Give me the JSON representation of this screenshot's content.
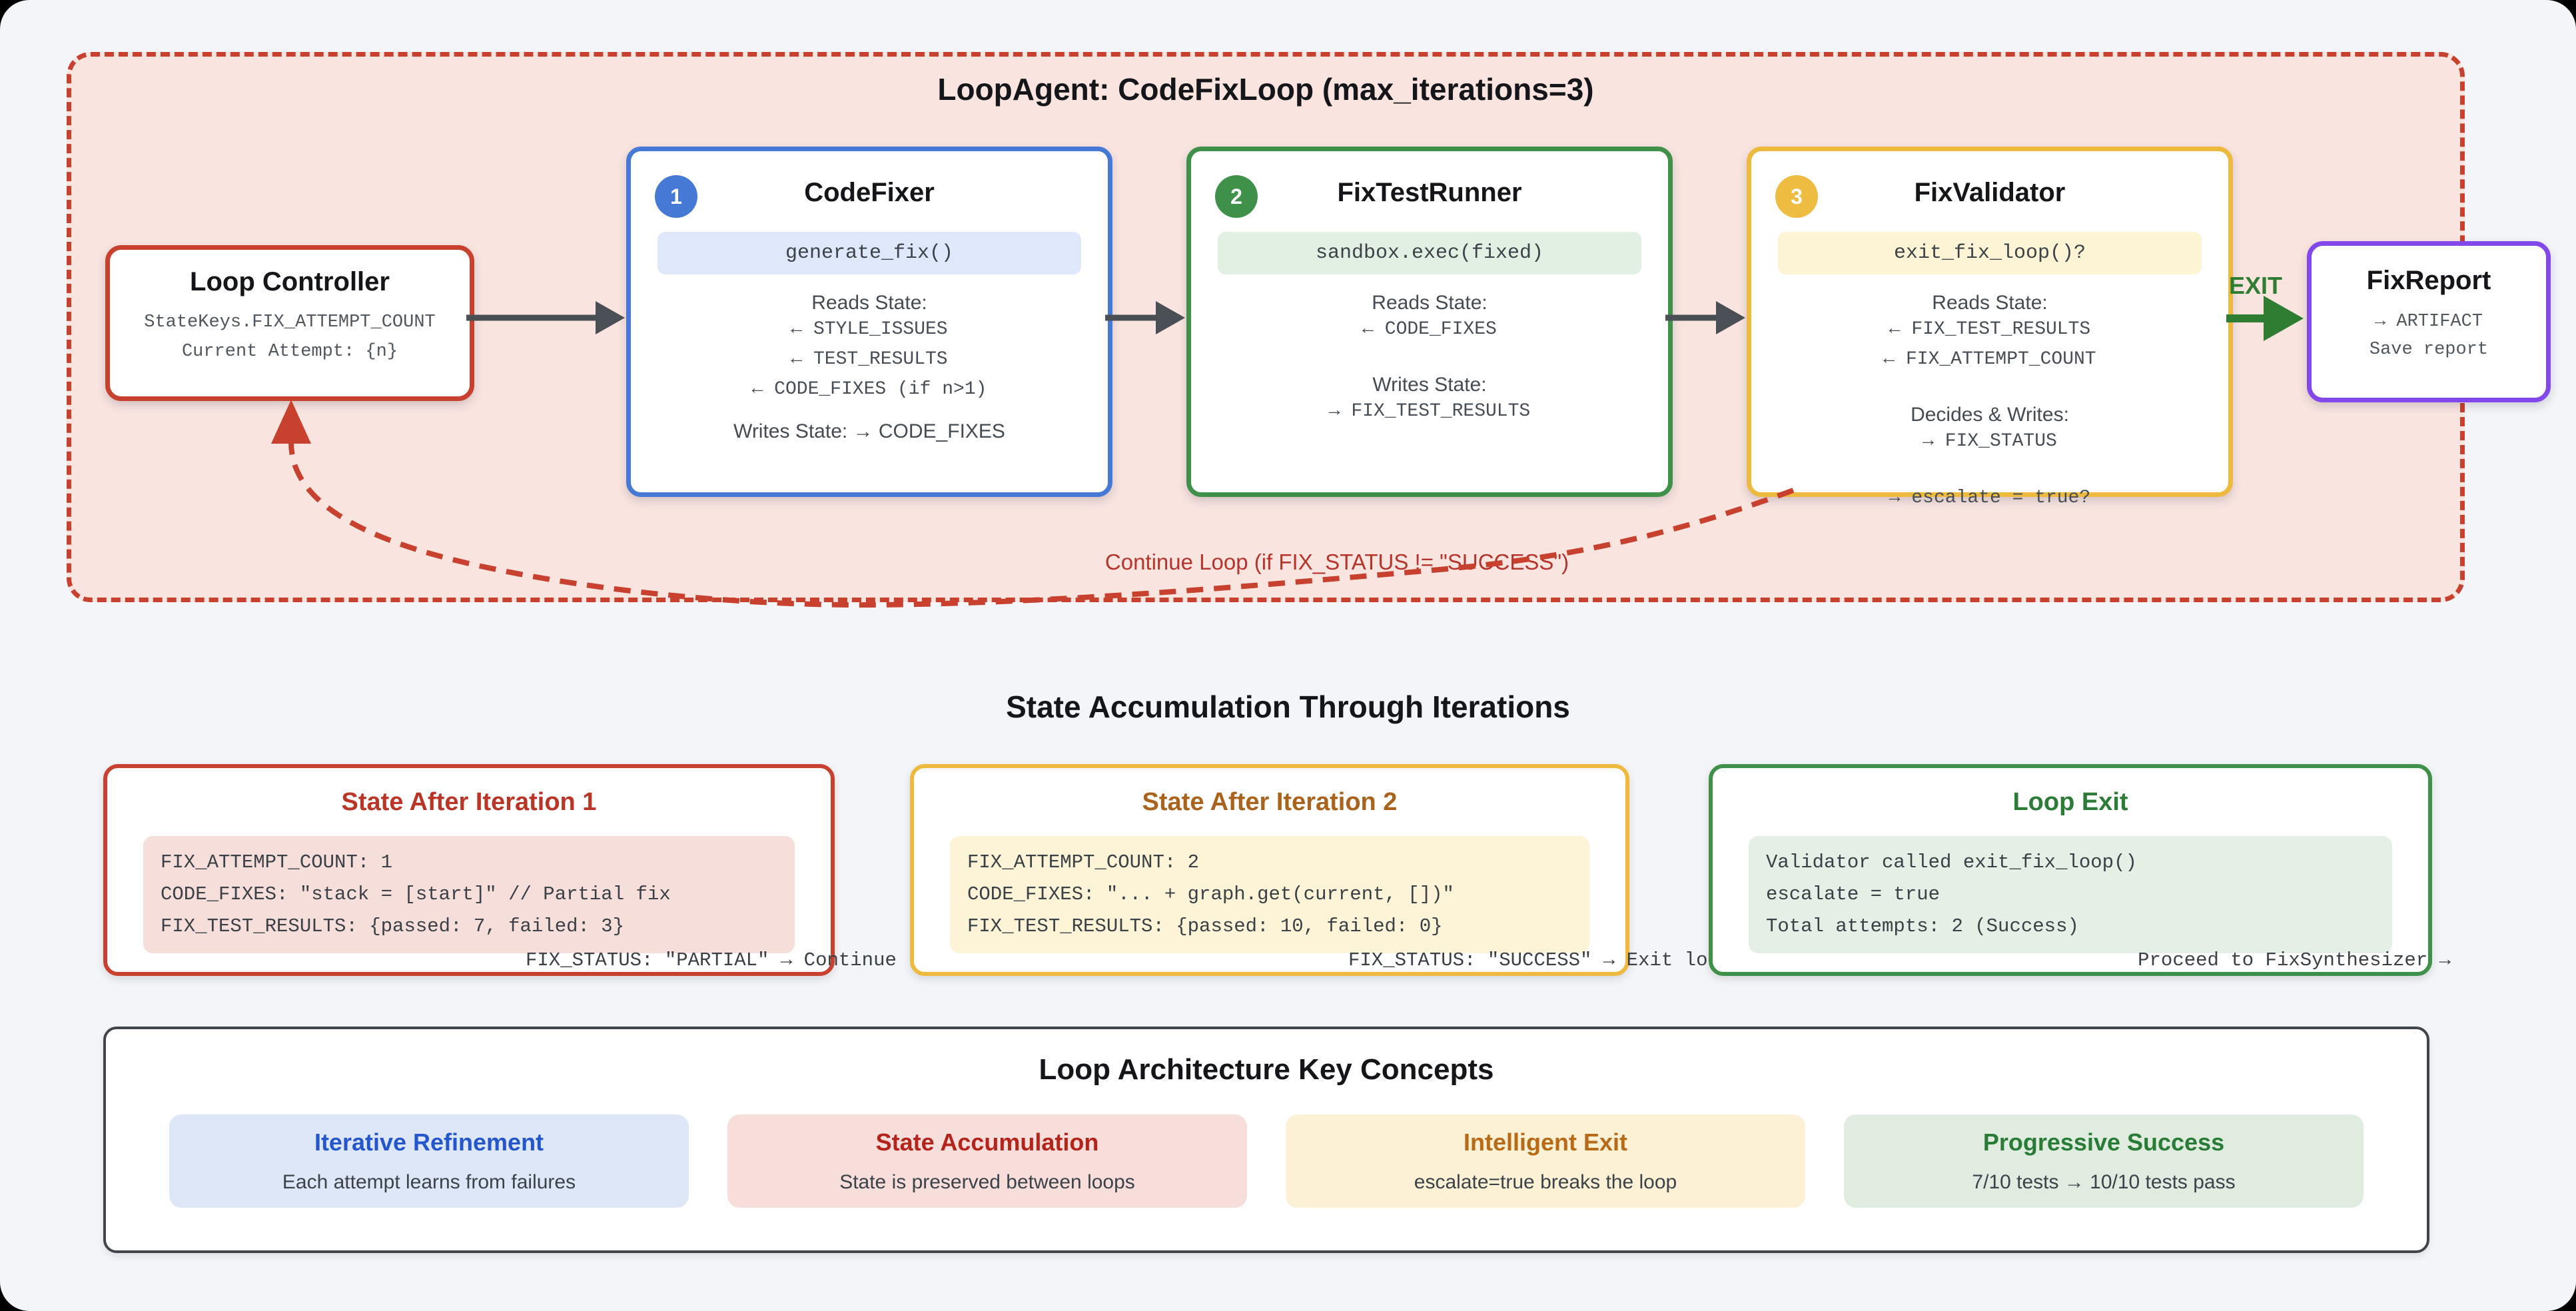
{
  "loop": {
    "title": "LoopAgent: CodeFixLoop (max_iterations=3)",
    "exit_label": "EXIT",
    "continue_label": "Continue Loop (if FIX_STATUS != \"SUCCESS\")",
    "controller": {
      "title": "Loop Controller",
      "line1": "StateKeys.FIX_ATTEMPT_COUNT",
      "line2": "Current Attempt: {n}"
    },
    "codefixer": {
      "badge": "1",
      "title": "CodeFixer",
      "code": "generate_fix()",
      "reads_label": "Reads State:",
      "read1": "← STYLE_ISSUES",
      "read2": "← TEST_RESULTS",
      "read3": "← CODE_FIXES (if n>1)",
      "writes_line": "Writes State: → CODE_FIXES"
    },
    "fixtestrunner": {
      "badge": "2",
      "title": "FixTestRunner",
      "code": "sandbox.exec(fixed)",
      "reads_label": "Reads State:",
      "read1": "← CODE_FIXES",
      "writes_label": "Writes State:",
      "write1": "→ FIX_TEST_RESULTS"
    },
    "fixvalidator": {
      "badge": "3",
      "title": "FixValidator",
      "code": "exit_fix_loop()?",
      "reads_label": "Reads State:",
      "read1": "← FIX_TEST_RESULTS",
      "read2": "← FIX_ATTEMPT_COUNT",
      "decides_label": "Decides & Writes:",
      "write1": "→ FIX_STATUS",
      "write2": "→ escalate = true?"
    },
    "report": {
      "title": "FixReport",
      "line1": "→ ARTIFACT",
      "line2": "Save report"
    }
  },
  "states_section": {
    "title": "State Accumulation Through Iterations",
    "iteration1": {
      "title": "State After Iteration 1",
      "line1": "FIX_ATTEMPT_COUNT: 1",
      "line2": "CODE_FIXES: \"stack = [start]\" // Partial fix",
      "line3": "FIX_TEST_RESULTS: {passed: 7, failed: 3}",
      "tail": "FIX_STATUS: \"PARTIAL\" → Continue loop"
    },
    "iteration2": {
      "title": "State After Iteration 2",
      "line1": "FIX_ATTEMPT_COUNT: 2",
      "line2": "CODE_FIXES: \"... + graph.get(current, [])\"",
      "line3": "FIX_TEST_RESULTS: {passed: 10, failed: 0}",
      "tail": "FIX_STATUS: \"SUCCESS\" → Exit loop"
    },
    "loop_exit": {
      "title": "Loop Exit",
      "line1": "Validator called exit_fix_loop()",
      "line2": "escalate = true",
      "line3": "Total attempts: 2 (Success)",
      "tail": "Proceed to FixSynthesizer →"
    }
  },
  "concepts": {
    "title": "Loop Architecture Key Concepts",
    "pill1": {
      "title": "Iterative Refinement",
      "subtitle": "Each attempt learns from failures"
    },
    "pill2": {
      "title": "State Accumulation",
      "subtitle": "State is preserved between loops"
    },
    "pill3": {
      "title": "Intelligent Exit",
      "subtitle": "escalate=true breaks the loop"
    },
    "pill4": {
      "title": "Progressive Success",
      "subtitle": "7/10 tests → 10/10 tests pass"
    }
  },
  "colors": {
    "loop_red": "#c8402e",
    "agent_blue": "#4679d6",
    "agent_green": "#3f9149",
    "agent_amber": "#eeba3d",
    "report_purple": "#8348ea",
    "exit_green": "#2e7d32",
    "flow_arrow_gray": "#4a4e55"
  }
}
